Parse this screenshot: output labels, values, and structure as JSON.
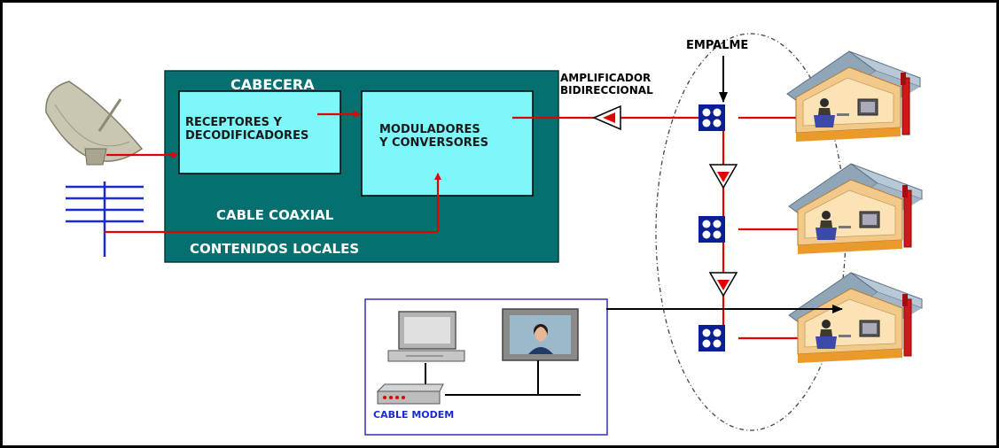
{
  "labels": {
    "cabecera": "CABECERA",
    "receptores": "RECEPTORES Y\nDECODIFICADORES",
    "moduladores": "MODULADORES\nY CONVERSORES",
    "cable_coaxial": "CABLE COAXIAL",
    "contenidos_locales": "CONTENIDOS LOCALES",
    "amplificador": "AMPLIFICADOR\nBIDIRECCIONAL",
    "empalme": "EMPALME",
    "cable_modem": "CABLE MODEM"
  },
  "colors": {
    "headend": "#05706f",
    "module": "#7ef7fb",
    "signal": "#e30000",
    "splice": "#0b1f94",
    "modem_frame": "#3030b0"
  },
  "icons": [
    "satellite-dish-icon",
    "antenna-icon",
    "amplifier-icon",
    "splice-box-icon",
    "house-icon",
    "computer-icon",
    "monitor-icon",
    "cable-modem-icon"
  ]
}
